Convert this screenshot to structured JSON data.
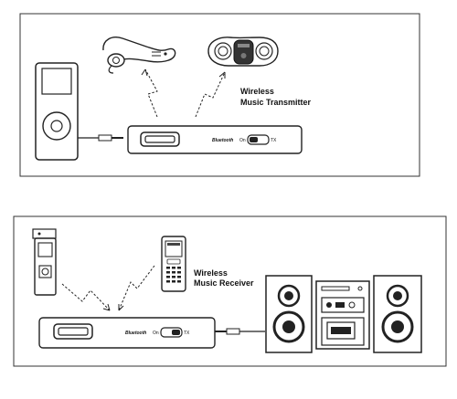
{
  "panels": {
    "transmitter": {
      "label_line1": "Wireless",
      "label_line2": "Music Transmitter",
      "device": {
        "brand": "Bluetooth",
        "on_label": "On",
        "off_label": "TX"
      }
    },
    "receiver": {
      "label_line1": "Wireless",
      "label_line2": "Music Receiver",
      "device": {
        "brand": "Bluetooth",
        "on_label": "On",
        "off_label": "TX"
      }
    }
  }
}
